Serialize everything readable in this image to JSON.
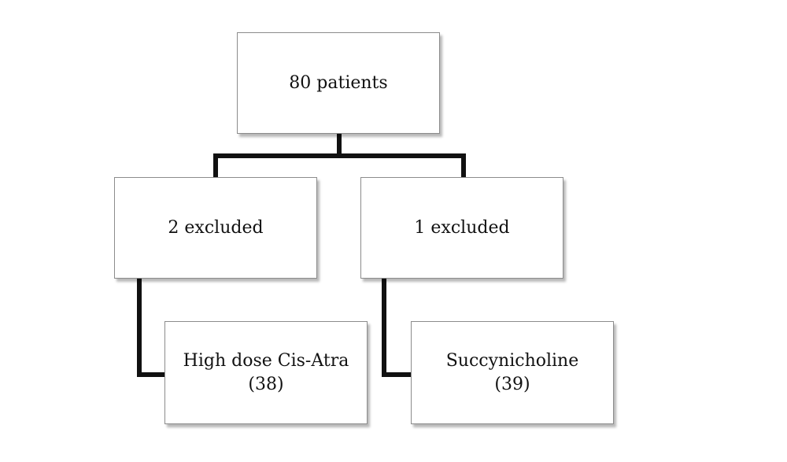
{
  "root": {
    "label": "80 patients"
  },
  "left_branch": {
    "label": "2 excluded"
  },
  "right_branch": {
    "label": "1 excluded"
  },
  "left_group": {
    "label": "High dose Cis-Atra",
    "count": "(38)"
  },
  "right_group": {
    "label": "Succynicholine",
    "count": "(39)"
  },
  "colors": {
    "connector": "#111111",
    "box_border": "#8c8c8c"
  }
}
